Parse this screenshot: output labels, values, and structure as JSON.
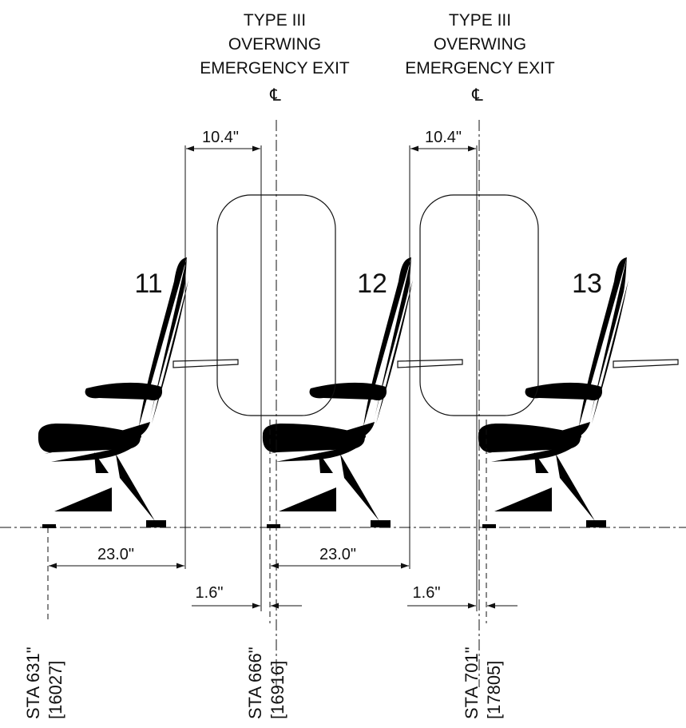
{
  "exits": [
    {
      "label_lines": [
        "TYPE III",
        "OVERWING",
        "EMERGENCY EXIT"
      ],
      "centerline_symbol": "℄"
    },
    {
      "label_lines": [
        "TYPE III",
        "OVERWING",
        "EMERGENCY EXIT"
      ],
      "centerline_symbol": "℄"
    }
  ],
  "rows": [
    "11",
    "12",
    "13"
  ],
  "dimensions": {
    "exit_offset": [
      "10.4\"",
      "10.4\""
    ],
    "seat_pitch": [
      "23.0\"",
      "23.0\""
    ],
    "small_offset": [
      "1.6\"",
      "1.6\""
    ]
  },
  "stations": [
    {
      "inch": "STA 631\"",
      "mm": "[16027]"
    },
    {
      "inch": "STA 666\"",
      "mm": "[16916]"
    },
    {
      "inch": "STA 701\"",
      "mm": "[17805]"
    }
  ]
}
